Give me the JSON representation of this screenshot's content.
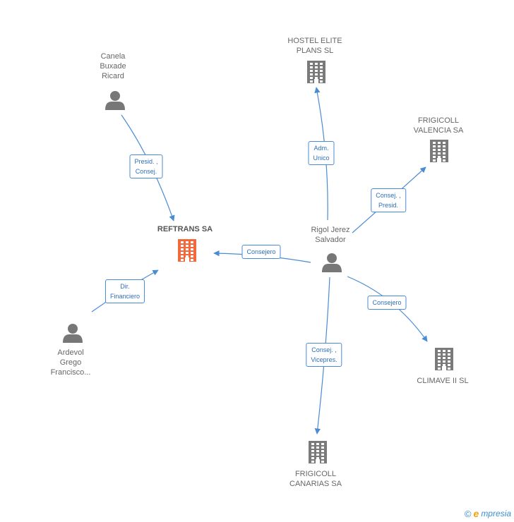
{
  "colors": {
    "edge": "#4a8bd6",
    "company": "#7a7a7a",
    "main_company": "#f26a3b",
    "person": "#777777"
  },
  "nodes": [
    {
      "id": "reftrans",
      "kind": "company-main",
      "lines": [
        "REFTRANS SA"
      ]
    },
    {
      "id": "canela",
      "kind": "person",
      "lines": [
        "Canela",
        "Buxade",
        "Ricard"
      ]
    },
    {
      "id": "ardevol",
      "kind": "person",
      "lines": [
        "Ardevol",
        "Grego",
        "Francisco..."
      ]
    },
    {
      "id": "rigol",
      "kind": "person",
      "lines": [
        "Rigol Jerez",
        "Salvador"
      ]
    },
    {
      "id": "hostel",
      "kind": "company",
      "lines": [
        "HOSTEL ELITE",
        "PLANS SL"
      ]
    },
    {
      "id": "frigicoll_val",
      "kind": "company",
      "lines": [
        "FRIGICOLL",
        "VALENCIA SA"
      ]
    },
    {
      "id": "climave",
      "kind": "company",
      "lines": [
        "CLIMAVE II SL"
      ]
    },
    {
      "id": "frigicoll_can",
      "kind": "company",
      "lines": [
        "FRIGICOLL",
        "CANARIAS SA"
      ]
    }
  ],
  "edges": [
    {
      "from": "canela",
      "to": "reftrans",
      "lines": [
        "Presid. ,",
        "Consej."
      ]
    },
    {
      "from": "ardevol",
      "to": "reftrans",
      "lines": [
        "Dir.",
        "Financiero"
      ]
    },
    {
      "from": "rigol",
      "to": "reftrans",
      "lines": [
        "Consejero"
      ]
    },
    {
      "from": "rigol",
      "to": "hostel",
      "lines": [
        "Adm.",
        "Unico"
      ]
    },
    {
      "from": "rigol",
      "to": "frigicoll_val",
      "lines": [
        "Consej. ,",
        "Presid."
      ]
    },
    {
      "from": "rigol",
      "to": "climave",
      "lines": [
        "Consejero"
      ]
    },
    {
      "from": "rigol",
      "to": "frigicoll_can",
      "lines": [
        "Consej. ,",
        "Vicepres."
      ]
    }
  ],
  "footer": {
    "copyright_symbol": "©",
    "brand_initial": "e",
    "brand_rest": "mpresia"
  }
}
